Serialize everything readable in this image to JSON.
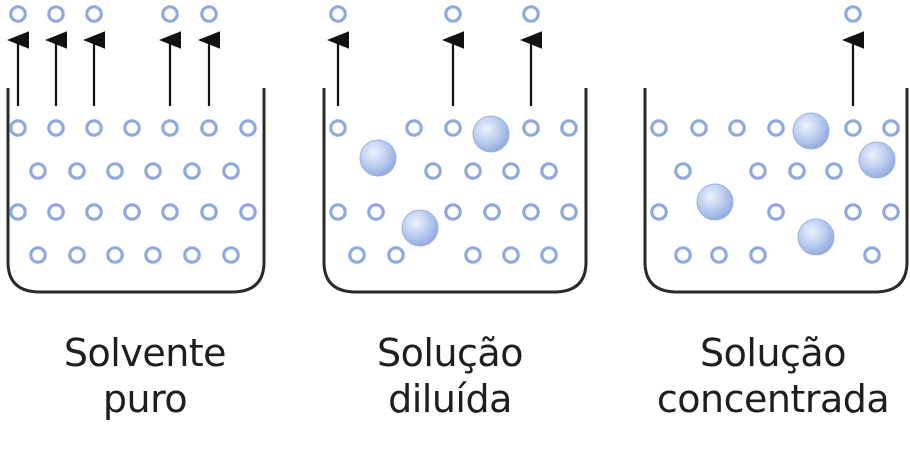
{
  "panels": [
    {
      "caption_line1": "Solvente",
      "caption_line2": "puro",
      "solvent": [
        [
          18,
          128
        ],
        [
          56,
          128
        ],
        [
          94,
          128
        ],
        [
          132,
          128
        ],
        [
          170,
          128
        ],
        [
          209,
          128
        ],
        [
          248,
          128
        ],
        [
          38,
          171
        ],
        [
          77,
          171
        ],
        [
          115,
          171
        ],
        [
          153,
          171
        ],
        [
          192,
          171
        ],
        [
          231,
          171
        ],
        [
          18,
          212
        ],
        [
          56,
          212
        ],
        [
          94,
          212
        ],
        [
          132,
          212
        ],
        [
          170,
          212
        ],
        [
          209,
          212
        ],
        [
          248,
          212
        ],
        [
          38,
          255
        ],
        [
          77,
          255
        ],
        [
          115,
          255
        ],
        [
          153,
          255
        ],
        [
          192,
          255
        ],
        [
          231,
          255
        ]
      ],
      "solute": [],
      "vapor": [
        [
          18,
          14
        ],
        [
          56,
          14
        ],
        [
          94,
          14
        ],
        [
          170,
          14
        ],
        [
          209,
          14
        ]
      ]
    },
    {
      "caption_line1": "Solução",
      "caption_line2": "diluída",
      "solvent": [
        [
          338,
          128
        ],
        [
          414,
          128
        ],
        [
          453,
          128
        ],
        [
          531,
          128
        ],
        [
          569,
          128
        ],
        [
          433,
          171
        ],
        [
          473,
          171
        ],
        [
          511,
          171
        ],
        [
          549,
          171
        ],
        [
          338,
          212
        ],
        [
          376,
          212
        ],
        [
          453,
          212
        ],
        [
          492,
          212
        ],
        [
          531,
          212
        ],
        [
          569,
          212
        ],
        [
          357,
          255
        ],
        [
          396,
          255
        ],
        [
          473,
          255
        ],
        [
          511,
          255
        ],
        [
          549,
          255
        ]
      ],
      "solute": [
        [
          378,
          158
        ],
        [
          491,
          134
        ],
        [
          420,
          228
        ]
      ],
      "vapor": [
        [
          338,
          14
        ],
        [
          453,
          14
        ],
        [
          531,
          14
        ]
      ]
    },
    {
      "caption_line1": "Solução",
      "caption_line2": "concentrada",
      "solvent": [
        [
          659,
          128
        ],
        [
          699,
          128
        ],
        [
          737,
          128
        ],
        [
          776,
          128
        ],
        [
          853,
          128
        ],
        [
          891,
          128
        ],
        [
          683,
          171
        ],
        [
          758,
          171
        ],
        [
          797,
          171
        ],
        [
          834,
          171
        ],
        [
          659,
          212
        ],
        [
          776,
          212
        ],
        [
          853,
          212
        ],
        [
          891,
          212
        ],
        [
          683,
          255
        ],
        [
          719,
          255
        ],
        [
          758,
          255
        ],
        [
          872,
          255
        ]
      ],
      "solute": [
        [
          811,
          131
        ],
        [
          877,
          160
        ],
        [
          715,
          202
        ],
        [
          816,
          237
        ]
      ],
      "vapor": [
        [
          853,
          14
        ]
      ]
    }
  ]
}
